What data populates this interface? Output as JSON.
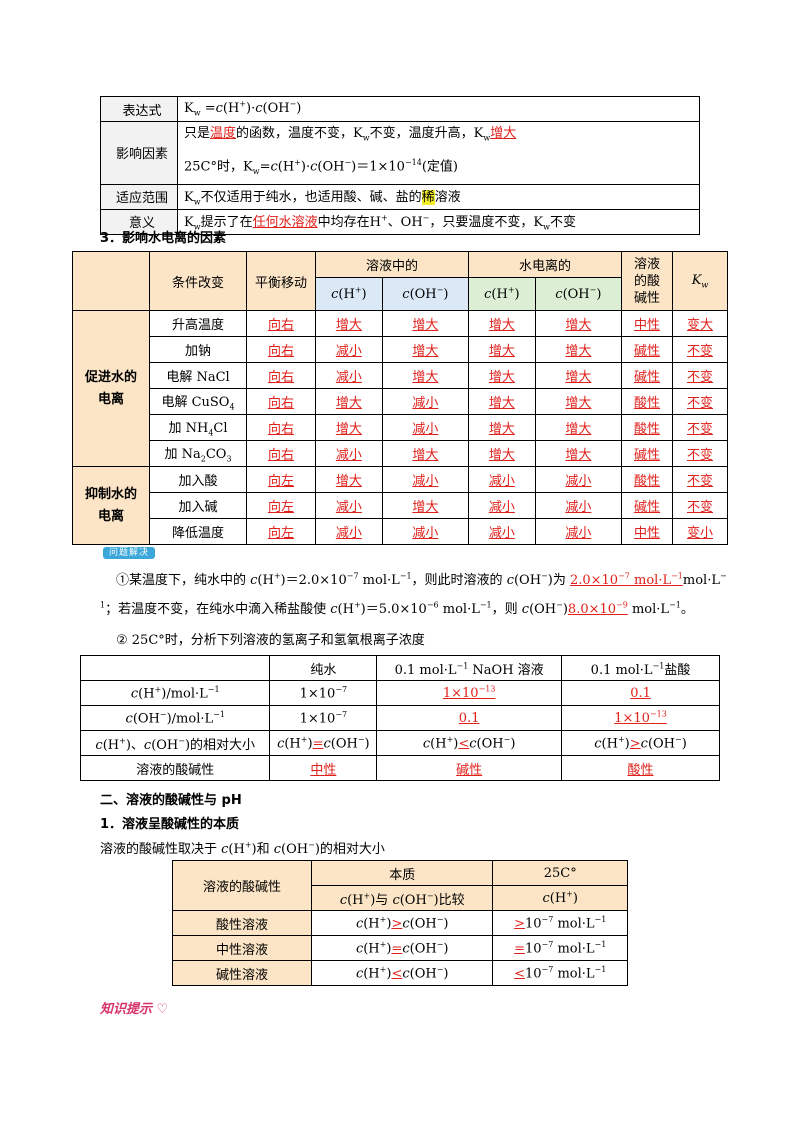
{
  "table1": {
    "rows": [
      {
        "label": "表达式",
        "content": "K<sub>w</sub> =<i>c</i>(H<sup>+</sup>)·<i>c</i>(OH<sup>−</sup>)"
      },
      {
        "label": "影响因素",
        "content": "只是<span class=\"red\">温度</span>的函数，温度不变，K<sub>w</sub>不变，温度升高，K<sub>w</sub><span class=\"red\">增大</span>",
        "content2": "25C°时，K<sub>w</sub>=<i>c</i>(H<sup>+</sup>)·<i>c</i>(OH<sup>−</sup>)＝1×10<sup>−14</sup>(定值)"
      },
      {
        "label": "适应范围",
        "content": "K<sub>w</sub>不仅适用于纯水，也适用酸、碱、盐的<span class=\"hl\">稀</span>溶液"
      },
      {
        "label": "意义",
        "content": "K<sub>w</sub>提示了在<span class=\"red\">任何水溶液</span>中均存在H<sup>+</sup>、OH<sup>−</sup>，只要温度不变，K<sub>w</sub>不变"
      }
    ]
  },
  "section3_title": "3．影响水电离的因素",
  "table2": {
    "h_condition": "条件改变",
    "h_shift": "平衡移动",
    "h_solution": "溶液中的",
    "h_ionization": "水电离的",
    "h_acidity": "溶液的酸碱性",
    "h_kw": "K<sub>w</sub>",
    "h_cH": "<i>c</i>(H<sup>+</sup>)",
    "h_cOH": "<i>c</i>(OH<sup>−</sup>)",
    "group1": "促进水的电离",
    "group2": "抑制水的电离",
    "rows": [
      [
        "升高温度",
        "向右",
        "增大",
        "增大",
        "增大",
        "增大",
        "中性",
        "变大"
      ],
      [
        "加钠",
        "向右",
        "减小",
        "增大",
        "增大",
        "增大",
        "碱性",
        "不变"
      ],
      [
        "电解 NaCl",
        "向右",
        "减小",
        "增大",
        "增大",
        "增大",
        "碱性",
        "不变"
      ],
      [
        "电解 CuSO<sub>4</sub>",
        "向右",
        "增大",
        "减小",
        "增大",
        "增大",
        "酸性",
        "不变"
      ],
      [
        "加 NH<sub>4</sub>Cl",
        "向右",
        "增大",
        "减小",
        "增大",
        "增大",
        "酸性",
        "不变"
      ],
      [
        "加 Na<sub>2</sub>CO<sub>3</sub>",
        "向右",
        "减小",
        "增大",
        "增大",
        "增大",
        "碱性",
        "不变"
      ],
      [
        "加入酸",
        "向左",
        "增大",
        "减小",
        "减小",
        "减小",
        "酸性",
        "不变"
      ],
      [
        "加入碱",
        "向左",
        "减小",
        "增大",
        "减小",
        "减小",
        "碱性",
        "不变"
      ],
      [
        "降低温度",
        "向左",
        "减小",
        "减小",
        "减小",
        "减小",
        "中性",
        "变小"
      ]
    ]
  },
  "badge": "问题解决",
  "q1_line1": "①某温度下，纯水中的 <i>c</i>(H<sup>+</sup>)＝2.0×10<sup>−7</sup> mol·L<sup>−1</sup>，则此时溶液的 <i>c</i>(OH<sup>−</sup>)为 <span class=\"red\">2.0×10<sup>−7</sup> mol·L<sup>−1</sup></span>mol·L<sup>−</sup>",
  "q1_line2": "<sup>1</sup>；若温度不变，在纯水中滴入稀盐酸使 <i>c</i>(H<sup>+</sup>)＝5.0×10<sup>−6</sup> mol·L<sup>−1</sup>，则 <i>c</i>(OH<sup>−</sup>)<span class=\"red\">8.0×10<sup>−9</sup></span> mol·L<sup>−1</sup>。",
  "q2": "② 25C°时，分析下列溶液的氢离子和氢氧根离子浓度",
  "table3": {
    "headers": [
      "",
      "纯水",
      "0.1 mol·L<sup>−1</sup> NaOH 溶液",
      "0.1 mol·L<sup>−1</sup>盐酸"
    ],
    "rows": [
      [
        "<i>c</i>(H<sup>+</sup>)/mol·L<sup>−1</sup>",
        "1×10<sup>−7</sup>",
        "<span class=\"red\">1×10<sup>−13</sup></span>",
        "<span class=\"red\">0.1</span>"
      ],
      [
        "<i>c</i>(OH<sup>−</sup>)/mol·L<sup>−1</sup>",
        "1×10<sup>−7</sup>",
        "<span class=\"red\">0.1</span>",
        "<span class=\"red\">1×10<sup>−13</sup></span>"
      ],
      [
        "<i>c</i>(H<sup>+</sup>)、<i>c</i>(OH<sup>−</sup>)的相对大小",
        "<i>c</i>(H<sup>+</sup>)<span class=\"red\">=</span><i>c</i>(OH<sup>−</sup>)",
        "<i>c</i>(H<sup>+</sup>)<span class=\"red\">&lt;</span><i>c</i>(OH<sup>−</sup>)",
        "<i>c</i>(H<sup>+</sup>)<span class=\"red\">&gt;</span><i>c</i>(OH<sup>−</sup>)"
      ],
      [
        "溶液的酸碱性",
        "<span class=\"red\">中性</span>",
        "<span class=\"red\">碱性</span>",
        "<span class=\"red\">酸性</span>"
      ]
    ]
  },
  "section2_title": "二、溶液的酸碱性与 pH",
  "section2_1": "1．溶液呈酸碱性的本质",
  "section2_text": "溶液的酸碱性取决于 <i>c</i>(H<sup>+</sup>)和 <i>c</i>(OH<sup>−</sup>)的相对大小",
  "table4": {
    "h_label": "溶液的酸碱性",
    "h_essence": "本质",
    "h_25": "25C°",
    "h_compare": "<i>c</i>(H<sup>+</sup>)与 <i>c</i>(OH<sup>−</sup>)比较",
    "h_cH": "<i>c</i>(H<sup>+</sup>)",
    "rows": [
      [
        "酸性溶液",
        "<i>c</i>(H<sup>+</sup>)<span class=\"red\">&gt;</span><i>c</i>(OH<sup>−</sup>)",
        "<span class=\"red\">&gt;</span>10<sup>−7</sup> mol·L<sup>−1</sup>"
      ],
      [
        "中性溶液",
        "<i>c</i>(H<sup>+</sup>)<span class=\"red\">=</span><i>c</i>(OH<sup>−</sup>)",
        "<span class=\"red\">=</span>10<sup>−7</sup> mol·L<sup>−1</sup>"
      ],
      [
        "碱性溶液",
        "<i>c</i>(H<sup>+</sup>)<span class=\"red\">&lt;</span><i>c</i>(OH<sup>−</sup>)",
        "<span class=\"red\">&lt;</span>10<sup>−7</sup> mol·L<sup>−1</sup>"
      ]
    ]
  },
  "stamp": "知识提示"
}
